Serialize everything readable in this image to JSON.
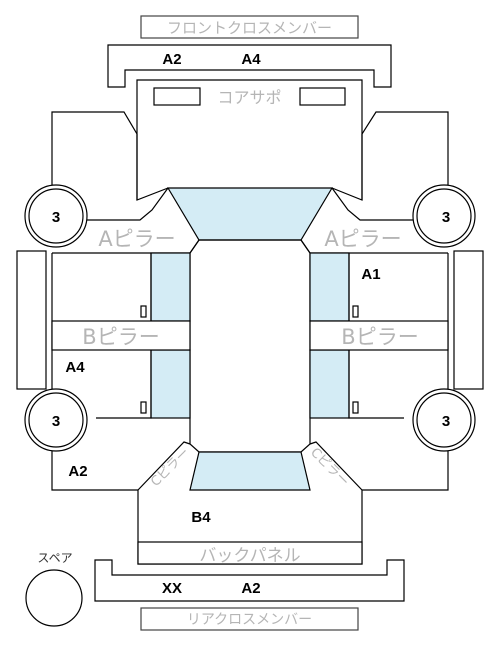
{
  "labels": {
    "front_cross_member": "フロントクロスメンバー",
    "core_support": "コアサポ",
    "a_pillar_left": "Aピラー",
    "a_pillar_right": "Aピラー",
    "b_pillar_left": "Bピラー",
    "b_pillar_right": "Bピラー",
    "back_panel": "バックパネル",
    "rear_cross_member": "リアクロスメンバー",
    "spare": "スペア",
    "c_pillar_left": "Cピラー",
    "c_pillar_right": "Cピラー"
  },
  "grades": {
    "front_cross_left": "A2",
    "front_cross_right": "A4",
    "right_front_door": "A1",
    "left_rear_door": "A4",
    "left_rear_quarter": "A2",
    "trunk": "B4",
    "rear_cross_left": "XX",
    "rear_cross_right": "A2"
  },
  "wheels": {
    "front_left": "3",
    "front_right": "3",
    "rear_left": "3",
    "rear_right": "3"
  }
}
